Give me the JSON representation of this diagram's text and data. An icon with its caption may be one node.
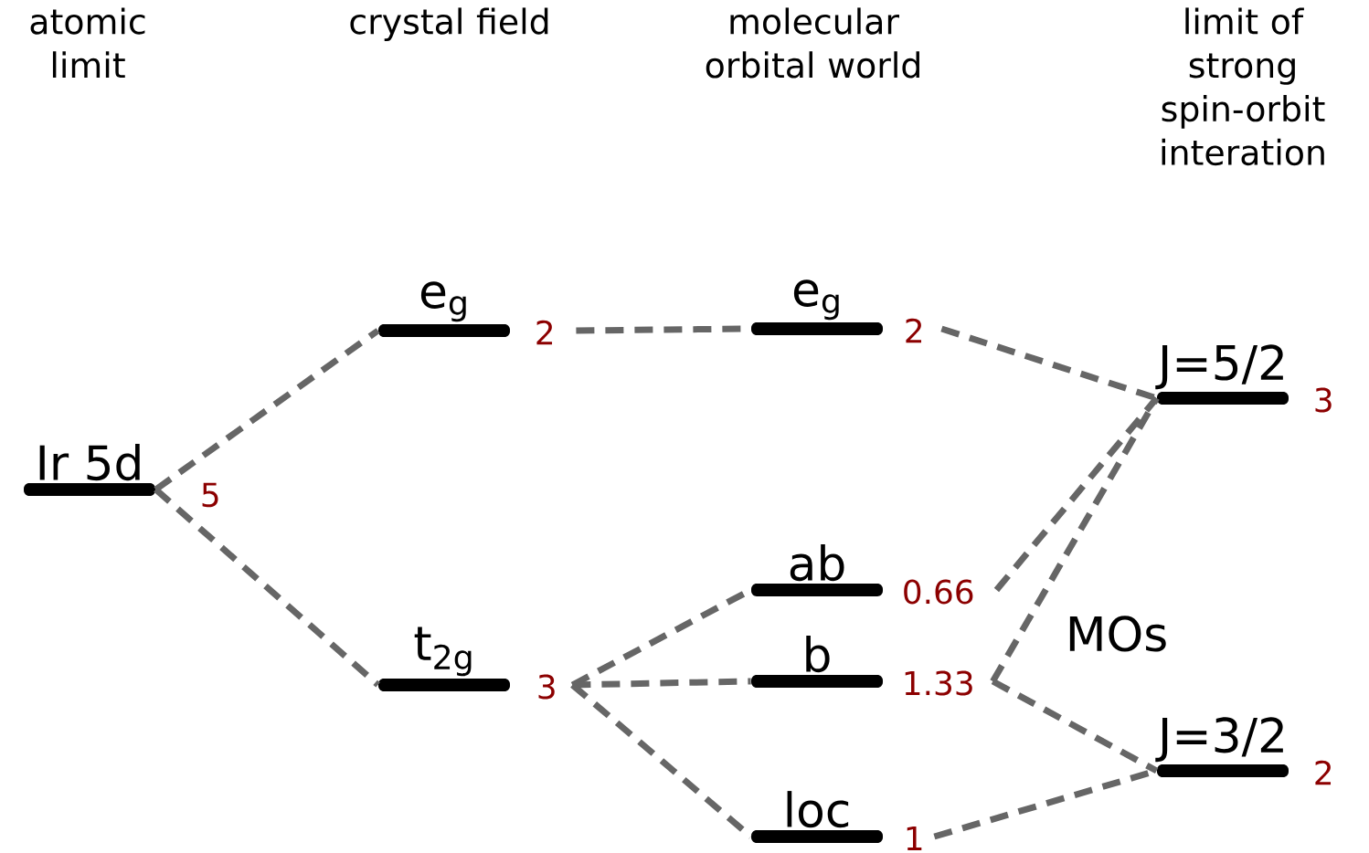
{
  "diagram": {
    "nodes": [
      {
        "text": [
          "Ir 5d"
        ],
        "beside": [
          "5"
        ]
      },
      {
        "text": [
          "e$_{g}$"
        ],
        "beside": [
          "2"
        ]
      },
      {
        "text": [
          "t$_{2g}$"
        ],
        "beside": [
          "3"
        ]
      },
      {
        "text": [
          "e$_{g}$"
        ],
        "beside": [
          "2"
        ]
      },
      {
        "text": [
          "ab"
        ],
        "beside": [
          "0.66"
        ]
      },
      {
        "text": [
          "b"
        ],
        "beside": [
          "1.33"
        ]
      },
      {
        "text": [
          "loc"
        ],
        "beside": [
          "1"
        ]
      },
      {
        "text": [
          "J=5/2"
        ],
        "beside": [
          "3"
        ]
      },
      {
        "text": [
          "J=3/2"
        ],
        "beside": [
          "2"
        ]
      }
    ],
    "edges": [
      {
        "from": 0,
        "to": 1,
        "arrow": "none",
        "style": "dashed"
      },
      {
        "from": 0,
        "to": 2,
        "arrow": "none",
        "style": "dashed"
      },
      {
        "from": 1,
        "to": 3,
        "arrow": "none",
        "style": "dashed"
      },
      {
        "from": 2,
        "to": 4,
        "arrow": "none",
        "style": "dashed"
      },
      {
        "from": 2,
        "to": 5,
        "arrow": "none",
        "style": "dashed"
      },
      {
        "from": 2,
        "to": 6,
        "arrow": "none",
        "style": "dashed"
      },
      {
        "from": 3,
        "to": 7,
        "arrow": "none",
        "style": "dashed"
      },
      {
        "from": 4,
        "to": 7,
        "arrow": "none",
        "style": "dashed"
      },
      {
        "from": 5,
        "to": 7,
        "arrow": "none",
        "style": "dashed"
      },
      {
        "from": 5,
        "to": 8,
        "arrow": "none",
        "style": "dashed"
      },
      {
        "from": 6,
        "to": 8,
        "arrow": "none",
        "style": "dashed"
      }
    ],
    "labels": [
      "atomic limit",
      "crystal field",
      "molecular orbital world",
      "limit of strong spin-orbit interation",
      "MOs"
    ]
  }
}
